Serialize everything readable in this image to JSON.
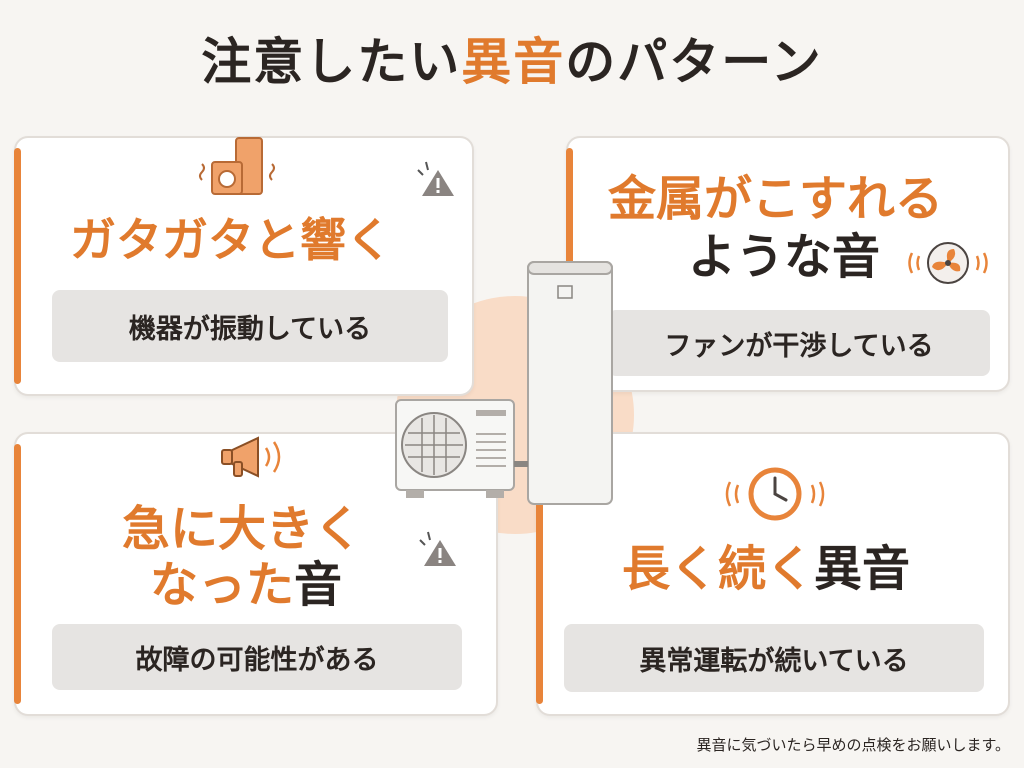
{
  "title": {
    "before": "注意したい",
    "accent": "異音",
    "after": "のパターン"
  },
  "cards": {
    "top_left": {
      "headline": "ガタガタと響く",
      "description": "機器が振動している",
      "icon": "vibrating-device-icon"
    },
    "top_right": {
      "headline_line1": "金属がこすれる",
      "headline_line2": "ような音",
      "description": "ファンが干渉している",
      "icon": "fan-icon"
    },
    "bottom_left": {
      "headline_line1": "急に大きく",
      "headline_line2_accent": "なった",
      "headline_line2_dark": "音",
      "description": "故障の可能性がある",
      "icon": "megaphone-icon"
    },
    "bottom_right": {
      "headline_accent": "長く続く",
      "headline_dark": "異音",
      "description": "異常運転が続いている",
      "icon": "clock-icon"
    }
  },
  "footer_note": "異音に気づいたら早めの点検をお願いします。",
  "colors": {
    "accent": "#e07a2d",
    "text": "#2b2522",
    "pill": "#e6e4e2",
    "circle": "#f9dcc7"
  }
}
